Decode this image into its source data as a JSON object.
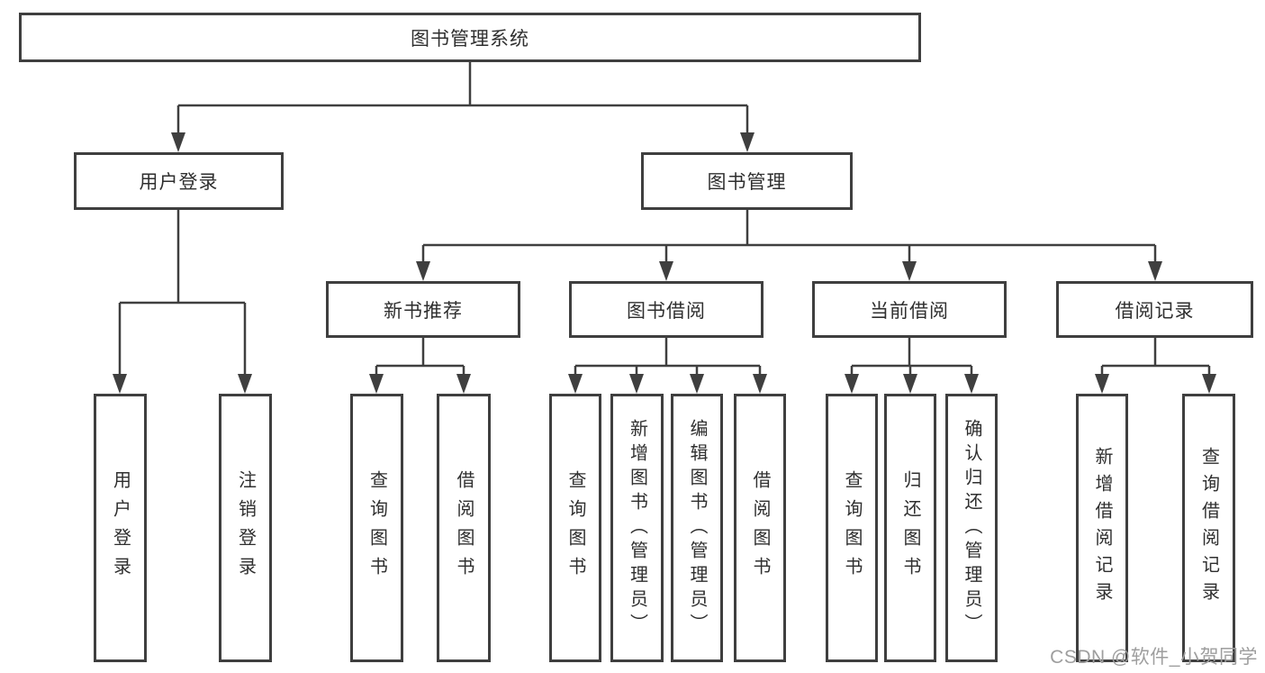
{
  "diagram_title": "图书管理系统",
  "nodes": {
    "root": {
      "label": "图书管理系统"
    },
    "user_login": {
      "label": "用户登录"
    },
    "book_mgmt": {
      "label": "图书管理"
    },
    "login": {
      "label": "用户登录"
    },
    "logout": {
      "label": "注销登录"
    },
    "new_books": {
      "label": "新书推荐"
    },
    "borrow": {
      "label": "图书借阅"
    },
    "current": {
      "label": "当前借阅"
    },
    "records": {
      "label": "借阅记录"
    },
    "nb_query": {
      "label": "查询图书"
    },
    "nb_borrow": {
      "label": "借阅图书"
    },
    "bw_query": {
      "label": "查询图书"
    },
    "bw_add": {
      "label": "新增图书（管理员）"
    },
    "bw_edit": {
      "label": "编辑图书（管理员）"
    },
    "bw_borrow": {
      "label": "借阅图书"
    },
    "cu_query": {
      "label": "查询图书"
    },
    "cu_return": {
      "label": "归还图书"
    },
    "cu_confirm": {
      "label": "确认归还（管理员）"
    },
    "rc_add": {
      "label": "新增借阅记录"
    },
    "rc_query": {
      "label": "查询借阅记录"
    }
  },
  "watermark": "CSDN @软件_小贺同学",
  "colors": {
    "line": "#3f3f3f",
    "box_border": "#3f3f3f",
    "text": "#2f2f2f",
    "watermark": "#9e9e9e",
    "background": "#ffffff"
  }
}
